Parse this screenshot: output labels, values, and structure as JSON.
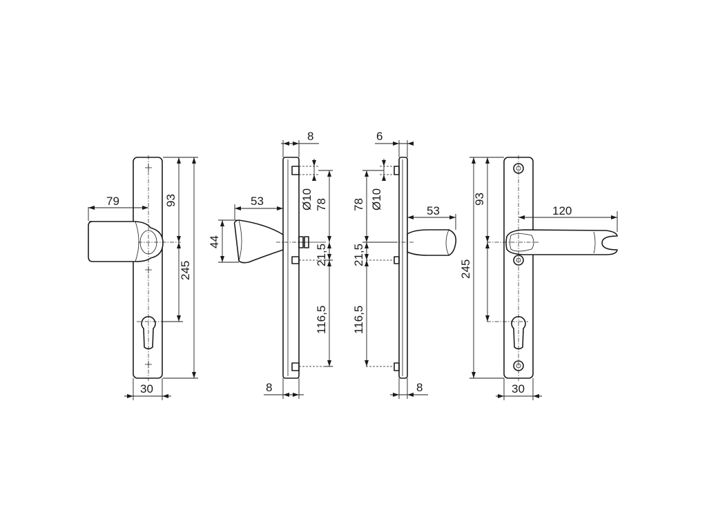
{
  "dimensions": {
    "front_left": {
      "handle_projection": "79",
      "upper_distance": "93",
      "plate_length": "245",
      "plate_width": "30"
    },
    "side_left": {
      "plate_thickness_top": "8",
      "handle_projection": "53",
      "handle_height": "44",
      "bore_diameter": "Ø10",
      "upper_distance": "78",
      "spindle_offset": "21,5",
      "lower_distance": "116,5",
      "plate_thickness_bottom": "8"
    },
    "side_right": {
      "plate_thickness_top": "6",
      "bore_diameter": "Ø10",
      "upper_distance": "78",
      "spindle_offset": "21,5",
      "lower_distance": "116,5",
      "handle_projection": "53",
      "plate_thickness_bottom": "8"
    },
    "front_right": {
      "upper_distance": "93",
      "plate_length": "245",
      "handle_length": "120",
      "plate_width": "30"
    }
  }
}
